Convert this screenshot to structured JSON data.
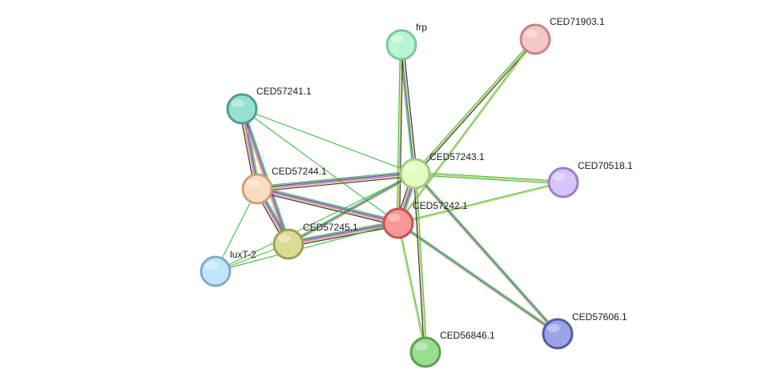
{
  "network": {
    "nodes": [
      {
        "id": "frp",
        "label": "frp",
        "fill": "#b8f5d2",
        "stroke": "#7cc79c"
      },
      {
        "id": "CED71903.1",
        "label": "CED71903.1",
        "fill": "#f6c5c5",
        "stroke": "#c48686"
      },
      {
        "id": "CED57241.1",
        "label": "CED57241.1",
        "fill": "#95e0d3",
        "stroke": "#4f9e90"
      },
      {
        "id": "CED57243.1",
        "label": "CED57243.1",
        "fill": "#e2fcc0",
        "stroke": "#a6c784"
      },
      {
        "id": "CED70518.1",
        "label": "CED70518.1",
        "fill": "#d6c4fa",
        "stroke": "#9a80c8"
      },
      {
        "id": "CED57244.1",
        "label": "CED57244.1",
        "fill": "#fcdcc0",
        "stroke": "#c9a07c"
      },
      {
        "id": "CED57242.1",
        "label": "CED57242.1",
        "fill": "#fb9696",
        "stroke": "#c35454"
      },
      {
        "id": "CED57245.1",
        "label": "CED57245.1",
        "fill": "#dcdb95",
        "stroke": "#a09f59"
      },
      {
        "id": "luxT-2",
        "label": "luxT-2",
        "fill": "#c0e6fb",
        "stroke": "#83a9c3"
      },
      {
        "id": "CED57606.1",
        "label": "CED57606.1",
        "fill": "#9aa4e6",
        "stroke": "#525ca0"
      },
      {
        "id": "CED56846.1",
        "label": "CED56846.1",
        "fill": "#9bdd8f",
        "stroke": "#5aa24d"
      }
    ],
    "edges": [
      {
        "from": "CED57243.1",
        "to": "frp",
        "colors": [
          "#3ab83a",
          "#3a3ab8",
          "#c8c850",
          "#222222"
        ]
      },
      {
        "from": "CED57242.1",
        "to": "frp",
        "colors": [
          "#3ab83a",
          "#c8c850",
          "#222222"
        ]
      },
      {
        "from": "CED57243.1",
        "to": "CED71903.1",
        "colors": [
          "#3ab83a",
          "#c8c850",
          "#222222"
        ]
      },
      {
        "from": "CED57242.1",
        "to": "CED71903.1",
        "colors": [
          "#3ab83a",
          "#c8c850"
        ]
      },
      {
        "from": "CED57243.1",
        "to": "CED70518.1",
        "colors": [
          "#3ab83a",
          "#c8c850",
          "#3ab83a"
        ]
      },
      {
        "from": "CED57242.1",
        "to": "CED70518.1",
        "colors": [
          "#3ab83a",
          "#c8c850"
        ]
      },
      {
        "from": "CED57243.1",
        "to": "CED57606.1",
        "colors": [
          "#3ab83a",
          "#3a3ab8",
          "#c8c850"
        ]
      },
      {
        "from": "CED57242.1",
        "to": "CED57606.1",
        "colors": [
          "#3ab83a",
          "#3a3ab8",
          "#c8c850"
        ]
      },
      {
        "from": "CED57243.1",
        "to": "CED56846.1",
        "colors": [
          "#3ab83a",
          "#c8c850",
          "#222222"
        ]
      },
      {
        "from": "CED57242.1",
        "to": "CED56846.1",
        "colors": [
          "#3ab83a",
          "#c8c850"
        ]
      },
      {
        "from": "CED57241.1",
        "to": "CED57243.1",
        "colors": [
          "#3ab83a"
        ]
      },
      {
        "from": "CED57241.1",
        "to": "CED57242.1",
        "colors": [
          "#3ab83a"
        ]
      },
      {
        "from": "CED57241.1",
        "to": "CED57244.1",
        "colors": [
          "#3ab83a",
          "#3a3ab8",
          "#c83ab8",
          "#c8c850",
          "#222222"
        ]
      },
      {
        "from": "CED57241.1",
        "to": "CED57245.1",
        "colors": [
          "#3ab83a",
          "#3a3ab8",
          "#c83ab8",
          "#c8c850"
        ]
      },
      {
        "from": "CED57244.1",
        "to": "CED57243.1",
        "colors": [
          "#3ab83a",
          "#3a3ab8",
          "#c83ab8",
          "#c8c850",
          "#222222"
        ]
      },
      {
        "from": "CED57244.1",
        "to": "CED57242.1",
        "colors": [
          "#3ab83a",
          "#3a3ab8",
          "#c83ab8",
          "#c8c850",
          "#222222"
        ]
      },
      {
        "from": "CED57244.1",
        "to": "CED57245.1",
        "colors": [
          "#3ab83a",
          "#3a3ab8",
          "#c83ab8",
          "#c8c850",
          "#222222"
        ]
      },
      {
        "from": "CED57245.1",
        "to": "CED57243.1",
        "colors": [
          "#3ab83a",
          "#3a3ab8",
          "#c8c850"
        ]
      },
      {
        "from": "CED57245.1",
        "to": "CED57242.1",
        "colors": [
          "#3ab83a",
          "#3a3ab8",
          "#c83ab8",
          "#c8c850",
          "#222222"
        ]
      },
      {
        "from": "CED57243.1",
        "to": "CED57242.1",
        "colors": [
          "#3ab83a",
          "#3a3ab8",
          "#c83ab8",
          "#c8c850",
          "#222222"
        ]
      },
      {
        "from": "CED57244.1",
        "to": "luxT-2",
        "colors": [
          "#3ab83a"
        ]
      },
      {
        "from": "CED57245.1",
        "to": "luxT-2",
        "colors": [
          "#3ab83a"
        ]
      },
      {
        "from": "luxT-2",
        "to": "CED57242.1",
        "colors": [
          "#3ab83a"
        ]
      },
      {
        "from": "luxT-2",
        "to": "CED57243.1",
        "colors": [
          "#3ab83a"
        ]
      }
    ]
  }
}
